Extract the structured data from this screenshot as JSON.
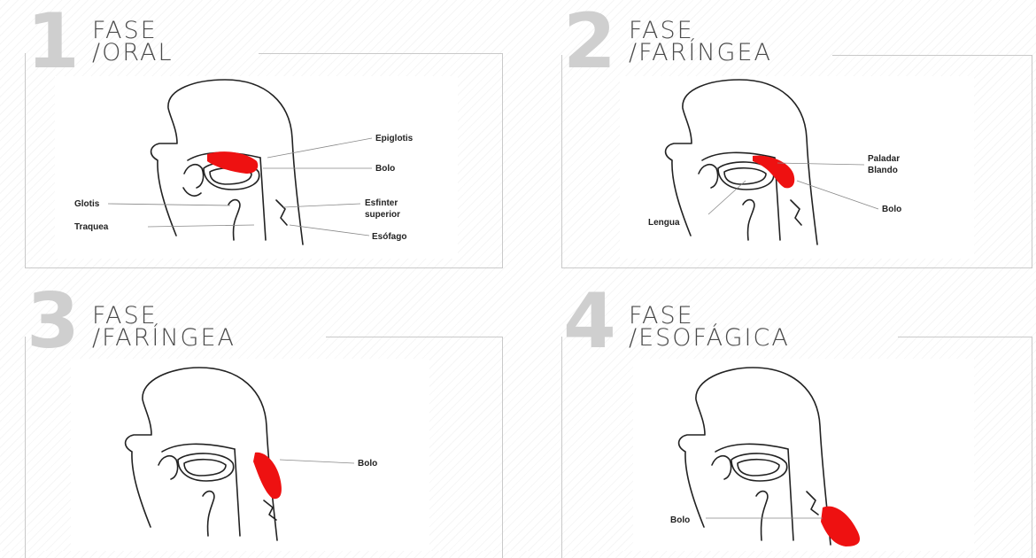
{
  "panels": [
    {
      "number": "1",
      "title_line1": "FASE",
      "title_line2": "/ORAL",
      "labels": {
        "epiglotis": "Epiglotis",
        "bolo": "Bolo",
        "glotis": "Glotis",
        "esfinter_1": "Esfinter",
        "esfinter_2": "superior",
        "traquea": "Traquea",
        "esofago": "Esófago"
      }
    },
    {
      "number": "2",
      "title_line1": "FASE",
      "title_line2": "/FARÍNGEA",
      "labels": {
        "paladar_1": "Paladar",
        "paladar_2": "Blando",
        "lengua": "Lengua",
        "bolo": "Bolo"
      }
    },
    {
      "number": "3",
      "title_line1": "FASE",
      "title_line2": "/FARÍNGEA",
      "labels": {
        "bolo": "Bolo"
      }
    },
    {
      "number": "4",
      "title_line1": "FASE",
      "title_line2": "/ESOFÁGICA",
      "labels": {
        "bolo": "Bolo"
      }
    }
  ],
  "colors": {
    "bolo": "#ee1111",
    "number": "#cfcfcf",
    "outline": "#222222"
  },
  "icons": [
    "head-profile-illustration"
  ]
}
